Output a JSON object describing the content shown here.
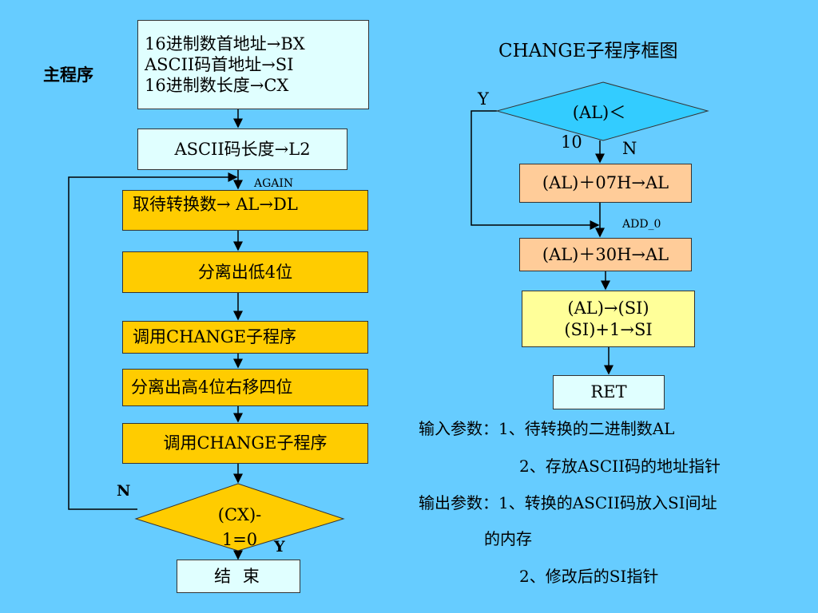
{
  "main_program_label": "主程序",
  "main": {
    "init_lines": [
      "16进制数首地址→BX",
      "ASCII码首地址→SI",
      "16进制数长度→CX"
    ],
    "ascii_len": "ASCII码长度→L2",
    "again_label": "AGAIN",
    "fetch": "取待转换数→ AL→DL",
    "split_low": "分离出低4位",
    "call1": "调用CHANGE子程序",
    "split_high": "分离出高4位右移四位",
    "call2": "调用CHANGE子程序",
    "decision_line1": "(CX)-",
    "decision_line2": "1=0",
    "n_label": "N",
    "y_label": "Y",
    "end": "结 束"
  },
  "change": {
    "title": "CHANGE子程序框图",
    "decision_line1": "(AL)＜",
    "decision_line2": "10",
    "y_label": "Y",
    "n_label": "N",
    "add07": "(AL)＋07H→AL",
    "add0_label": "ADD_0",
    "add30": "(AL)＋30H→AL",
    "store_lines": [
      "(AL)→(SI)",
      "(SI)+1→SI"
    ],
    "ret": "RET"
  },
  "notes": {
    "input_line1": "输入参数：1、待转换的二进制数AL",
    "input_line2": "2、存放ASCII码的地址指针",
    "output_line1": "输出参数：1、转换的ASCII码放入SI间址",
    "output_line2": "的内存",
    "output_line3": "2、修改后的SI指针"
  },
  "colors": {
    "background": "#66ccff",
    "cyan_box": "#e0ffff",
    "gold_box": "#ffcc00",
    "peach_box": "#ffcc99",
    "yellow_box": "#ffff99"
  }
}
